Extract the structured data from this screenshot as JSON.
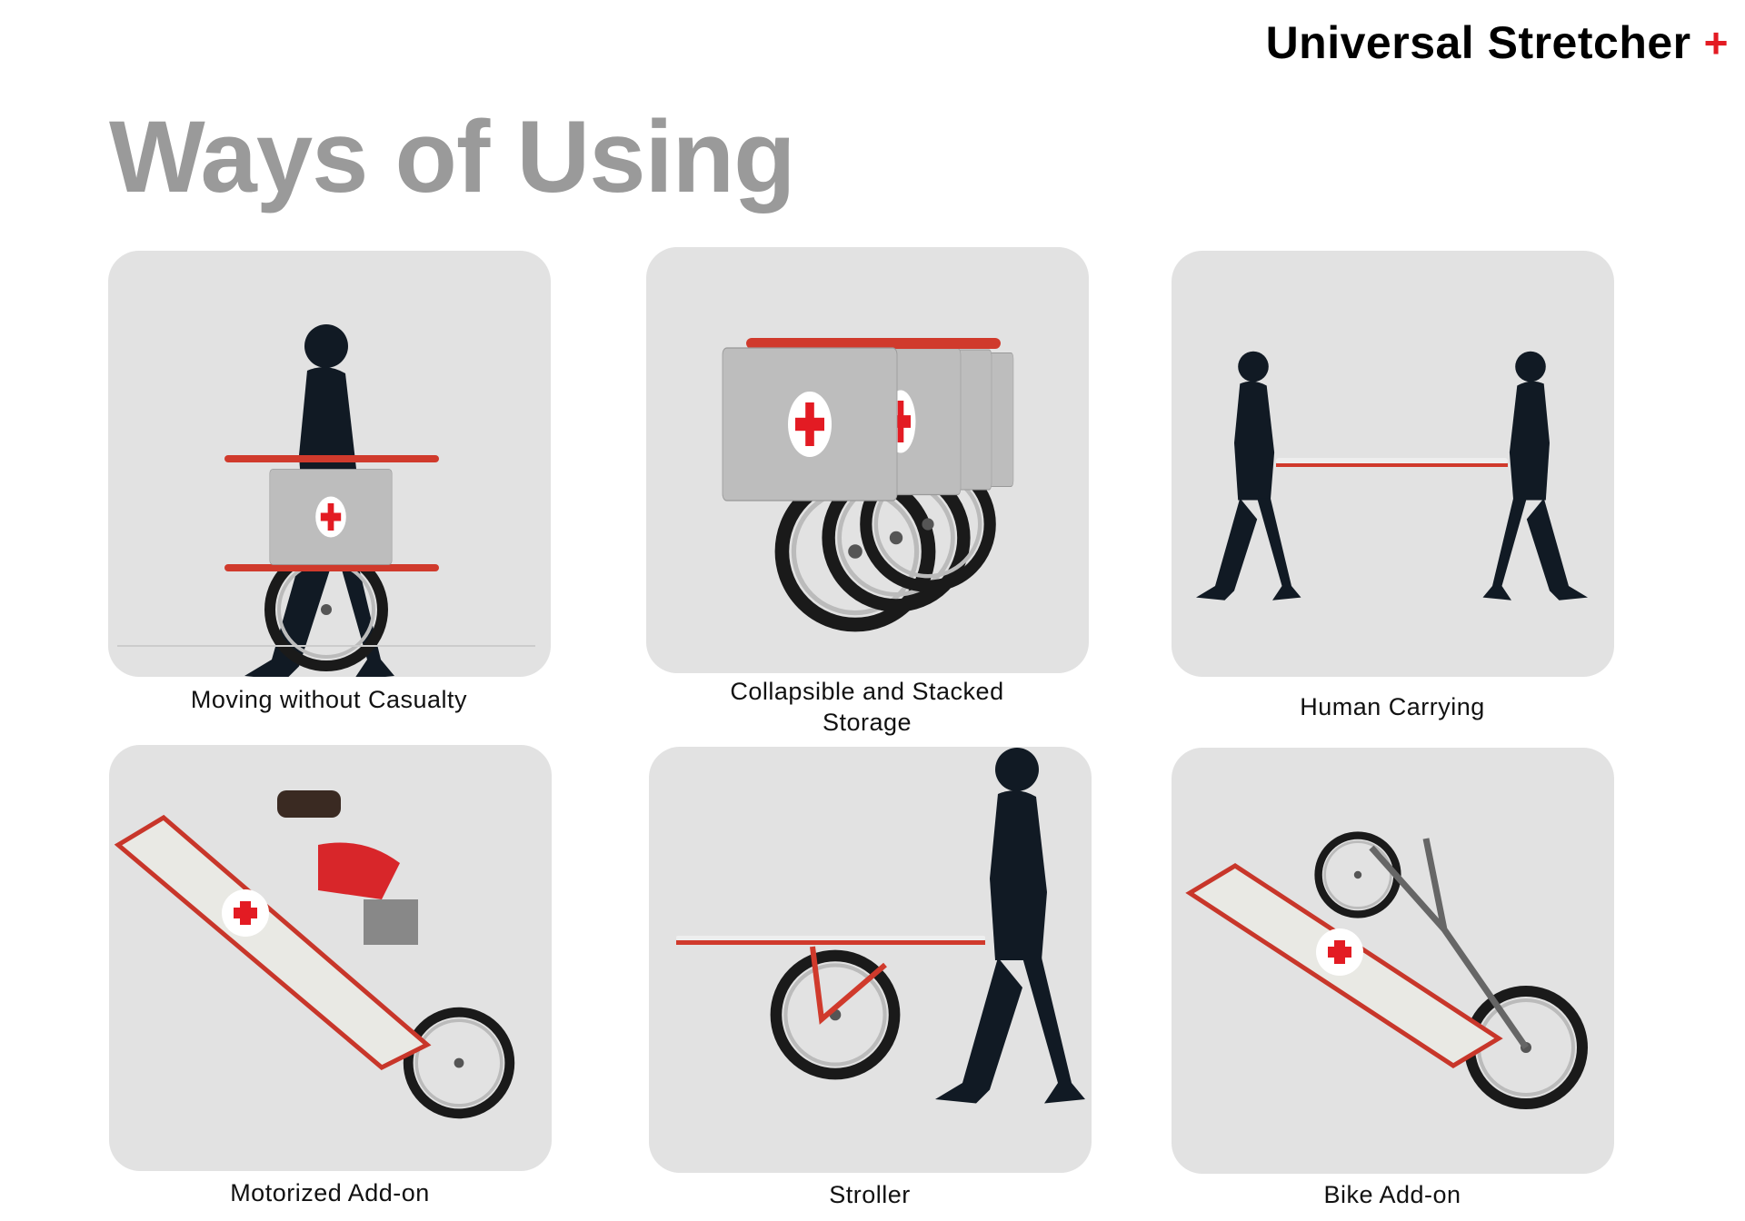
{
  "header": {
    "brand": "Universal Stretcher",
    "brand_mark": "+"
  },
  "page_title": "Ways of Using",
  "colors": {
    "accent": "#e31b23",
    "card_bg": "#e2e2e2",
    "title_gray": "#9a9a9a",
    "silhouette": "#111a24"
  },
  "cards": [
    {
      "caption": "Moving without Casualty",
      "illustration": "person-walking-with-wheeled-stretcher"
    },
    {
      "caption_line1": "Collapsible and Stacked",
      "caption_line2": "Storage",
      "illustration": "stacked-stretchers"
    },
    {
      "caption": "Human Carrying",
      "illustration": "two-people-carrying-stretcher"
    },
    {
      "caption": "Motorized Add-on",
      "illustration": "motorcycle-with-stretcher"
    },
    {
      "caption": "Stroller",
      "illustration": "person-pushing-stretcher-stroller"
    },
    {
      "caption": "Bike Add-on",
      "illustration": "bicycle-with-stretcher"
    }
  ]
}
